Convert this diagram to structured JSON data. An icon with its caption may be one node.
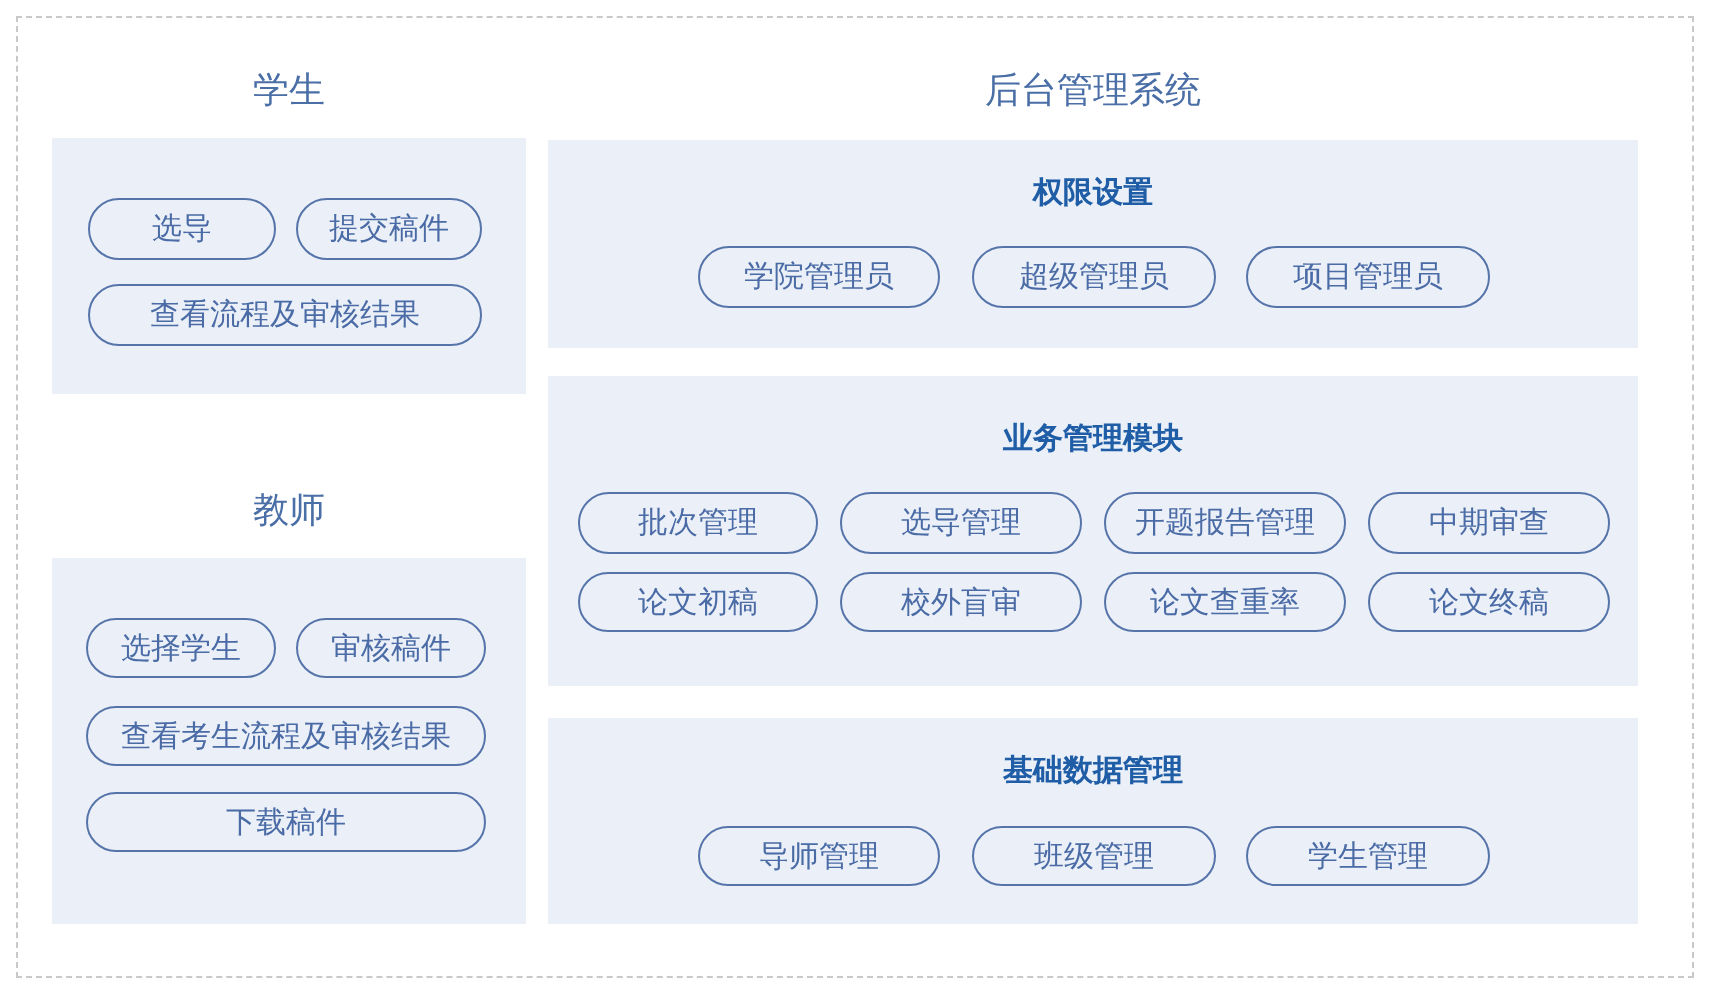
{
  "diagram": {
    "nodes": [
      {
        "text": [
          "学生"
        ]
      },
      {
        "text": [
          "选导"
        ],
        "in": 0
      },
      {
        "text": [
          "提交稿件"
        ],
        "in": 0
      },
      {
        "text": [
          "查看流程及审核结果"
        ],
        "in": 0
      },
      {
        "text": [
          "教师"
        ]
      },
      {
        "text": [
          "选择学生"
        ],
        "in": 4
      },
      {
        "text": [
          "审核稿件"
        ],
        "in": 4
      },
      {
        "text": [
          "查看考生流程及审核结果"
        ],
        "in": 4
      },
      {
        "text": [
          "下载稿件"
        ],
        "in": 4
      },
      {
        "text": [
          "权限设置"
        ]
      },
      {
        "text": [
          "学院管理员"
        ],
        "in": 9
      },
      {
        "text": [
          "超级管理员"
        ],
        "in": 9
      },
      {
        "text": [
          "项目管理员"
        ],
        "in": 9
      },
      {
        "text": [
          "业务管理模块"
        ]
      },
      {
        "text": [
          "批次管理"
        ],
        "in": 13
      },
      {
        "text": [
          "选导管理"
        ],
        "in": 13
      },
      {
        "text": [
          "开题报告管理"
        ],
        "in": 13
      },
      {
        "text": [
          "中期审查"
        ],
        "in": 13
      },
      {
        "text": [
          "论文初稿"
        ],
        "in": 13
      },
      {
        "text": [
          "校外盲审"
        ],
        "in": 13
      },
      {
        "text": [
          "论文查重率"
        ],
        "in": 13
      },
      {
        "text": [
          "论文终稿"
        ],
        "in": 13
      },
      {
        "text": [
          "基础数据管理"
        ]
      },
      {
        "text": [
          "导师管理"
        ],
        "in": 22
      },
      {
        "text": [
          "班级管理"
        ],
        "in": 22
      },
      {
        "text": [
          "学生管理"
        ],
        "in": 22
      }
    ],
    "labels": [
      "后台管理系统"
    ]
  }
}
